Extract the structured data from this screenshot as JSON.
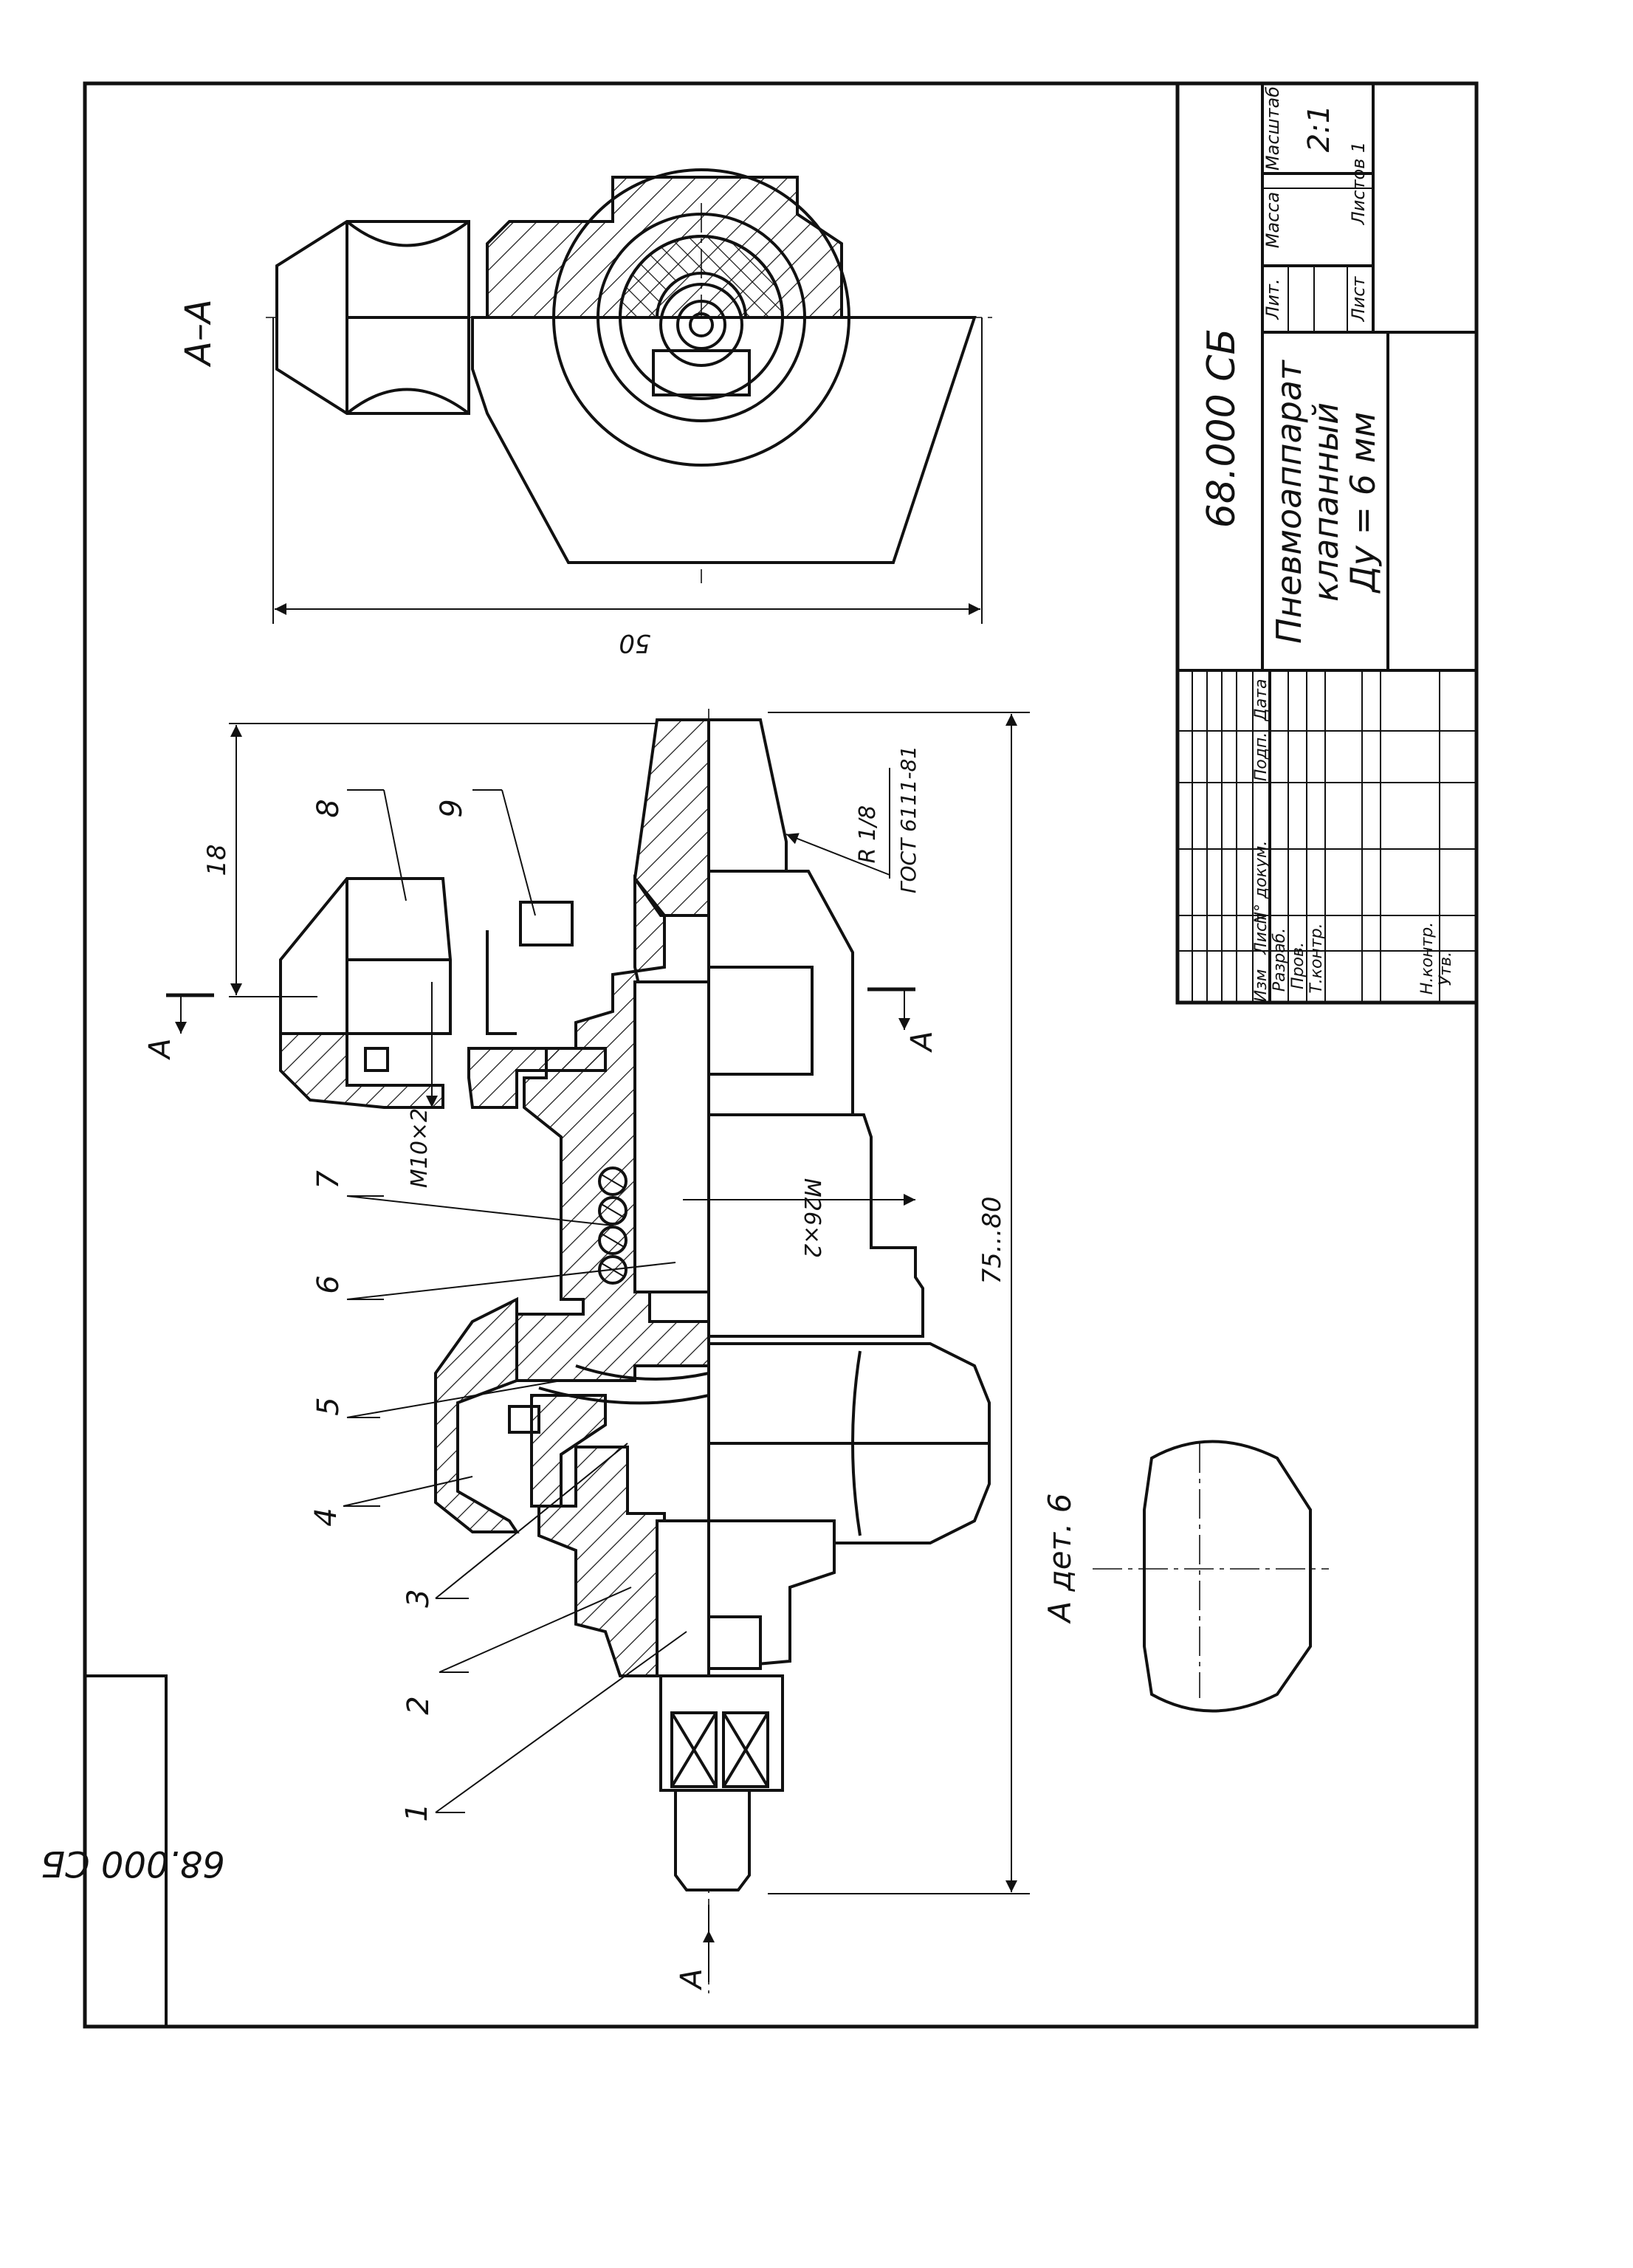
{
  "sheet": {
    "side_stamp": "68.000 СБ",
    "section_label": "А–А",
    "section_dim_50": "50",
    "dim_18": "18",
    "dim_75_80": "75...80",
    "thread_m10": "M10×2",
    "thread_m26": "M26×2",
    "thread_r18": "R 1/8",
    "gost_ref": "ГОСТ 6111-81",
    "view_marker": "А",
    "view_a_label": "А  дет. 6",
    "cut_letters": [
      "А",
      "А"
    ],
    "part_numbers": [
      "1",
      "2",
      "3",
      "4",
      "5",
      "6",
      "7",
      "8",
      "9"
    ]
  },
  "title_block": {
    "designation": "68.000 СБ",
    "title_line1": "Пневмоаппарат",
    "title_line2": "клапанный",
    "title_line3": "Ду = 6 мм",
    "col_lit": "Лит.",
    "col_mass": "Масса",
    "col_scale": "Масштаб",
    "scale_value": "2:1",
    "sheet_label": "Лист",
    "sheets_label": "Листов 1",
    "rev_headers": [
      "Изм",
      "Лист",
      "N° докум.",
      "Подп.",
      "Дата"
    ],
    "roles": [
      "Разраб.",
      "Пров.",
      "Т.контр.",
      "Н.контр.",
      "Утв."
    ]
  }
}
